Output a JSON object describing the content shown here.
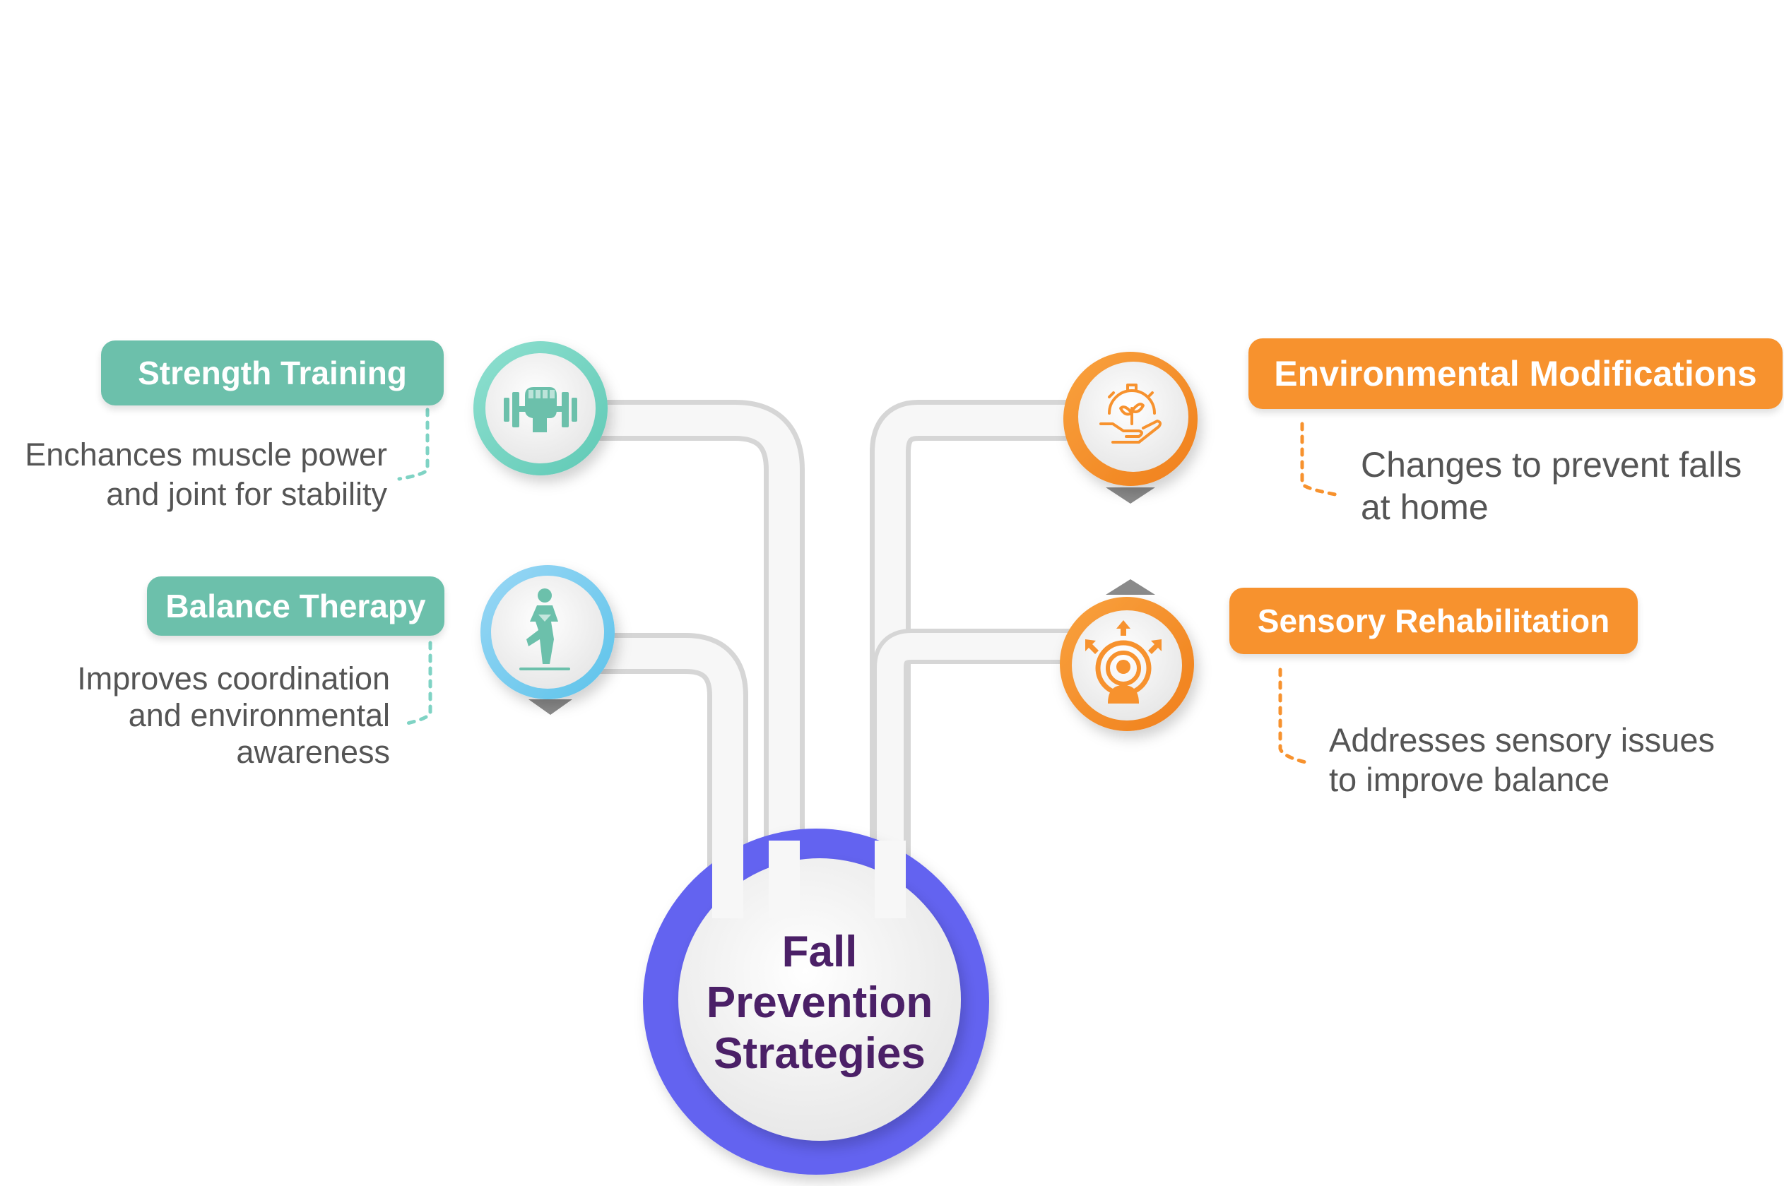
{
  "center": {
    "lines": [
      "Fall",
      "Prevention",
      "Strategies"
    ]
  },
  "colors": {
    "teal": "#6cc0ab",
    "orange": "#f7922e",
    "center_ring": "#6464f0",
    "title": "#4b2067",
    "text": "#555555"
  },
  "items": [
    {
      "id": "strength",
      "title": "Strength Training",
      "description": [
        "Enchances muscle power",
        "and joint for stability"
      ],
      "icon": "fist-dumbbell-icon",
      "color": "teal"
    },
    {
      "id": "balance",
      "title": "Balance Therapy",
      "description": [
        "Improves coordination",
        "and environmental",
        "awareness"
      ],
      "icon": "yoga-tree-pose-icon",
      "color": "teal"
    },
    {
      "id": "environmental",
      "title": "Environmental Modifications",
      "description": [
        "Changes to prevent falls",
        "at home"
      ],
      "icon": "gear-hand-plant-icon",
      "color": "orange"
    },
    {
      "id": "sensory",
      "title": "Sensory Rehabilitation",
      "description": [
        "Addresses sensory issues",
        "to improve balance"
      ],
      "icon": "person-signal-arrows-icon",
      "color": "orange"
    }
  ]
}
